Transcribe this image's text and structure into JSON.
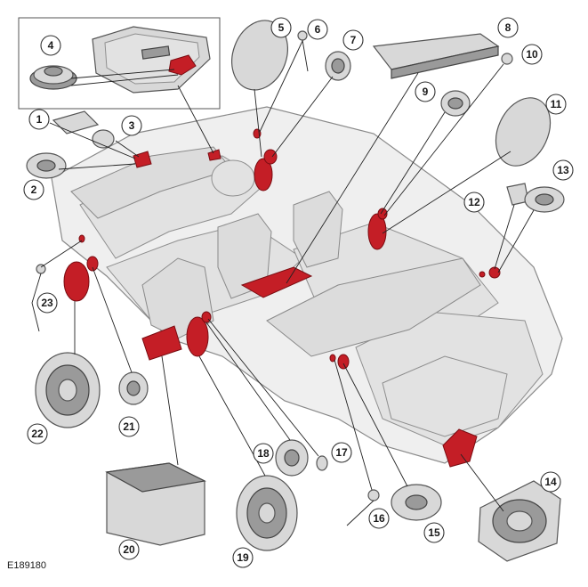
{
  "figure_id": "E189180",
  "callouts": [
    "1",
    "2",
    "3",
    "4",
    "5",
    "6",
    "7",
    "8",
    "9",
    "10",
    "11",
    "12",
    "13",
    "14",
    "15",
    "16",
    "17",
    "18",
    "19",
    "20",
    "21",
    "22",
    "23"
  ],
  "colors": {
    "highlight": "#c41e26",
    "vehicle_body": "#efefef",
    "outline": "#8a8a8a",
    "callout_ring": "#333333"
  }
}
